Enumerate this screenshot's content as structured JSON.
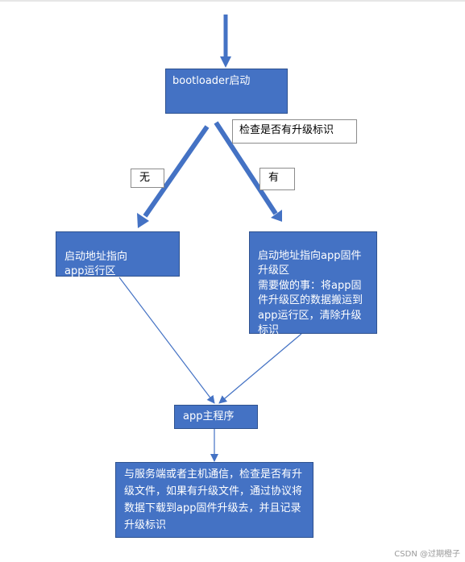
{
  "colors": {
    "box_fill": "#4472c4",
    "box_border": "#2f528f",
    "thick_arrow": "#4472c4",
    "thin_arrow": "#4472c4"
  },
  "nodes": {
    "boot": "bootloader启动",
    "check_label": "检查是否有升级标识",
    "no_label": "无",
    "yes_label": "有",
    "left_box": "启动地址指向\napp运行区",
    "right_box": "启动地址指向app固件升级区\n需要做的事：将app固件升级区的数据搬运到app运行区，清除升级标识",
    "app_main": "app主程序",
    "bottom_box": "与服务端或者主机通信，检查是否有升级文件，如果有升级文件，通过协议将数据下载到app固件升级去，并且记录升级标识"
  },
  "watermark": "CSDN @过期橙子"
}
